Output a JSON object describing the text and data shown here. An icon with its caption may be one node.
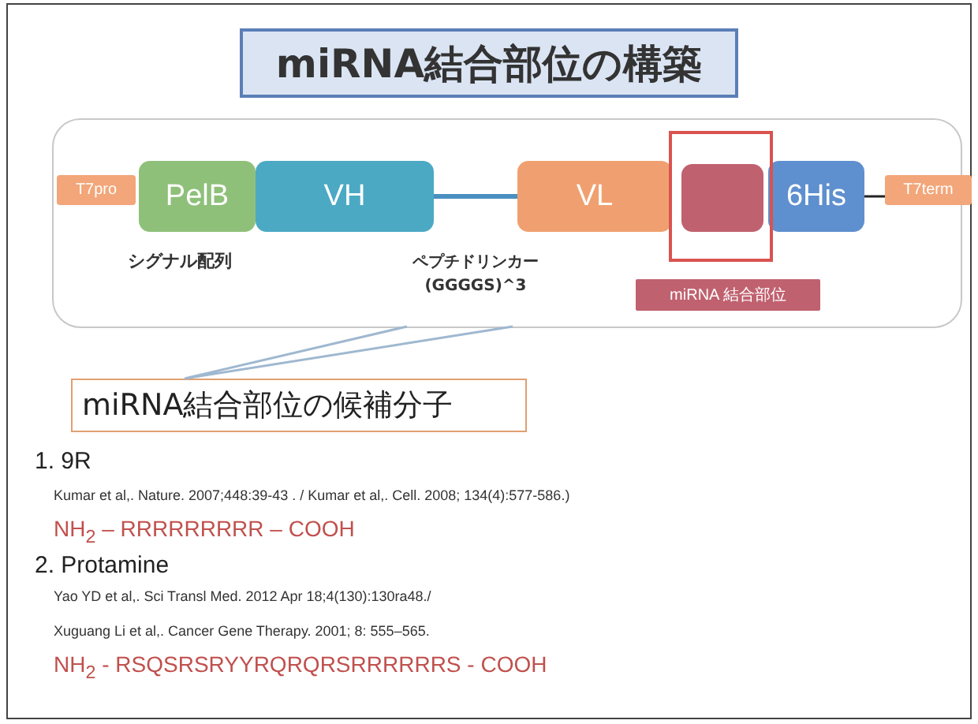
{
  "diagram": {
    "title": "miRNA結合部位の構築",
    "nodes": [
      {
        "text": [],
        "shape": "box"
      },
      {
        "text": [
          "T7pro"
        ],
        "in": 0
      },
      {
        "text": [
          "PelB"
        ],
        "in": 0,
        "beside": [
          "シグナル配列"
        ]
      },
      {
        "text": [
          "VH"
        ],
        "in": 0
      },
      {
        "text": [
          "VL"
        ],
        "in": 0
      },
      {
        "text": [],
        "shape": "box",
        "in": 0
      },
      {
        "text": [
          "6His"
        ],
        "in": 0
      },
      {
        "text": [
          "T7term"
        ],
        "in": 0
      },
      {
        "text": [
          "miRNA 結合部位"
        ],
        "in": 0
      },
      {
        "text": [
          "miRNA結合部位の候補分子"
        ]
      }
    ],
    "edges": [
      {
        "from": 3,
        "to": 4,
        "arrow": "none",
        "label": "ペプチドリンカー (GGGGS)^3",
        "style": "thick",
        "color": "#4a8fc0"
      },
      {
        "from": 6,
        "to": 7,
        "arrow": "none",
        "color": "#222222"
      },
      {
        "from": 0,
        "to": 9,
        "arrow": "none"
      }
    ],
    "labels": [
      "1. 9R",
      "Kumar et al,. Nature. 2007;448:39-43 . / Kumar et al,. Cell. 2008; 134(4):577-586.)",
      "NH$_{2}$ – RRRRRRRRR – COOH",
      "2. Protamine",
      "Yao YD et al,. Sci Transl Med. 2012 Apr 18;4(130):130ra48./",
      "Xuguang Li et al,. Cancer Gene Therapy. 2001; 8: 555–565.",
      "NH$_{2}$ - RSQSRSRYYRQRQRSRRRRRRS - COOH"
    ]
  }
}
